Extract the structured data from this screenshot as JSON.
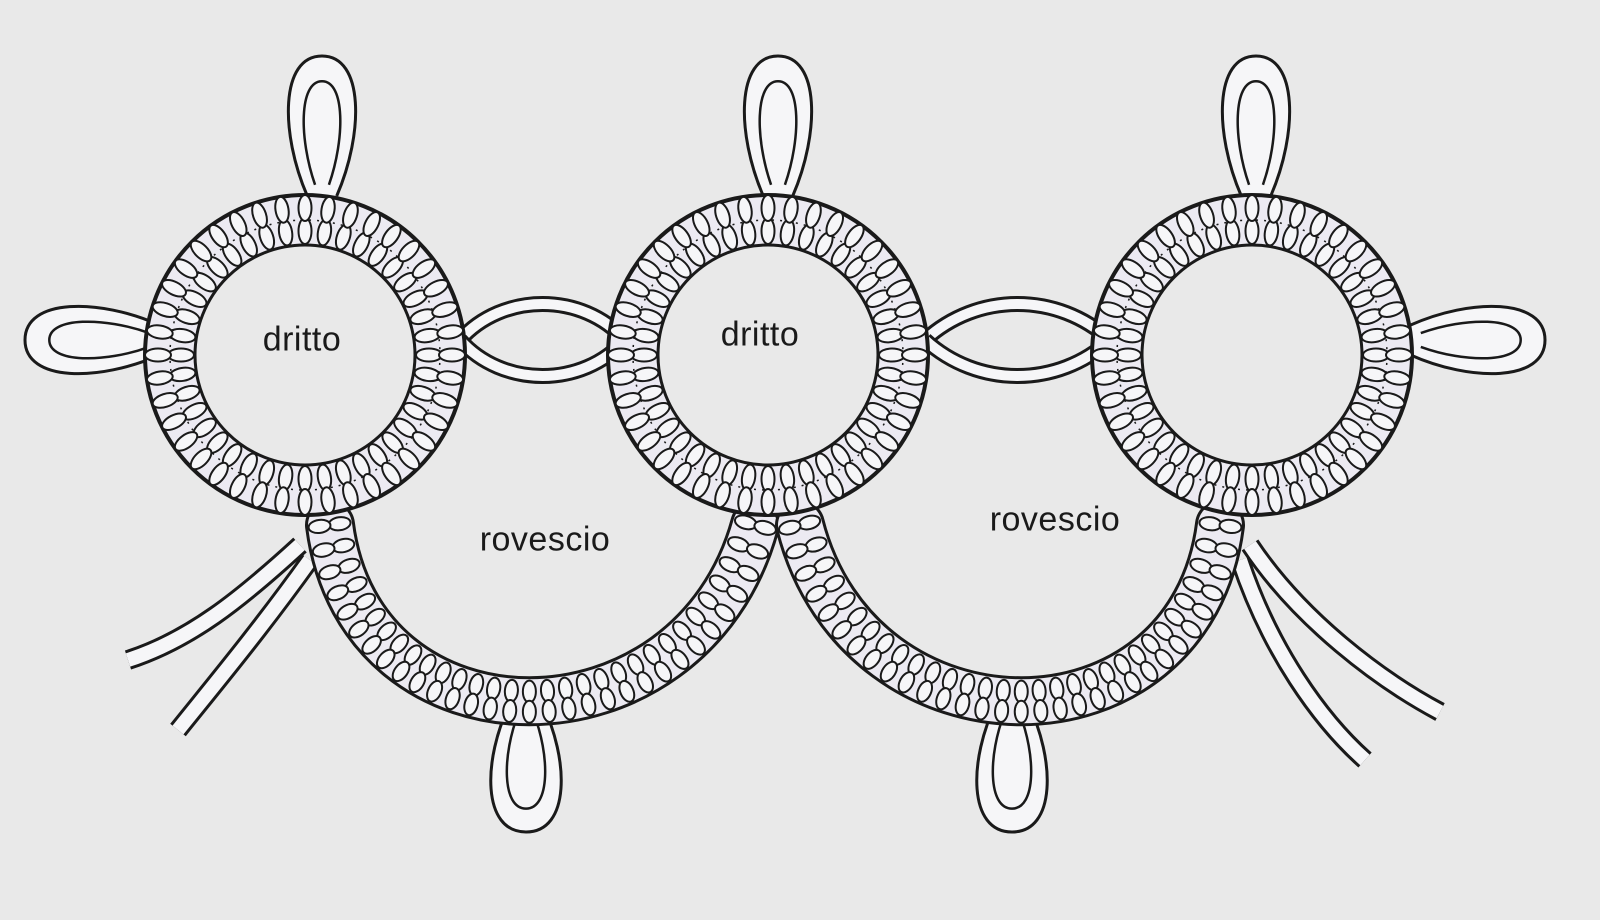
{
  "labels": {
    "ring_left": "dritto",
    "ring_middle": "dritto",
    "chain_left": "rovescio",
    "chain_right": "rovescio"
  },
  "colors": {
    "background": "#e9e9e9",
    "thread_fill": "#f6f6f8",
    "thread_stroke": "#1a1a1a",
    "knot_fill": "#eceaf2"
  }
}
